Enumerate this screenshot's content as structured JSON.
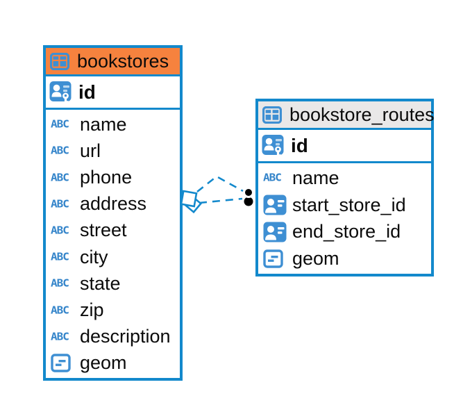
{
  "diagram": {
    "tables": [
      {
        "name": "bookstores",
        "header_style": "highlighted",
        "primary_key": {
          "name": "id",
          "type": "pk"
        },
        "columns": [
          {
            "name": "name",
            "type": "text"
          },
          {
            "name": "url",
            "type": "text"
          },
          {
            "name": "phone",
            "type": "text"
          },
          {
            "name": "address",
            "type": "text"
          },
          {
            "name": "street",
            "type": "text"
          },
          {
            "name": "city",
            "type": "text"
          },
          {
            "name": "state",
            "type": "text"
          },
          {
            "name": "zip",
            "type": "text"
          },
          {
            "name": "description",
            "type": "text"
          },
          {
            "name": "geom",
            "type": "geometry"
          }
        ]
      },
      {
        "name": "bookstore_routes",
        "header_style": "plain",
        "primary_key": {
          "name": "id",
          "type": "pk"
        },
        "columns": [
          {
            "name": "name",
            "type": "text"
          },
          {
            "name": "start_store_id",
            "type": "fk"
          },
          {
            "name": "end_store_id",
            "type": "fk"
          },
          {
            "name": "geom",
            "type": "geometry"
          }
        ]
      }
    ],
    "relations": [
      {
        "from_table": "bookstore_routes",
        "from_column": "start_store_id",
        "to_table": "bookstores",
        "to_column": "id",
        "line_style": "dashed",
        "parent_end": "diamond",
        "child_end": "filled-dot"
      },
      {
        "from_table": "bookstore_routes",
        "from_column": "end_store_id",
        "to_table": "bookstores",
        "to_column": "id",
        "line_style": "dashed",
        "parent_end": "diamond",
        "child_end": "filled-dot"
      }
    ],
    "icons": {
      "text_glyph": "ABC"
    },
    "colors": {
      "accent_blue": "#1389cc",
      "icon_blue": "#3e8fd3",
      "abc_blue": "#3585ca",
      "highlighted_header_orange": "#f6823e",
      "plain_header_gray": "#e9e8e8",
      "text_black": "#0b0b0b",
      "relation_dot_black": "#000000"
    }
  }
}
